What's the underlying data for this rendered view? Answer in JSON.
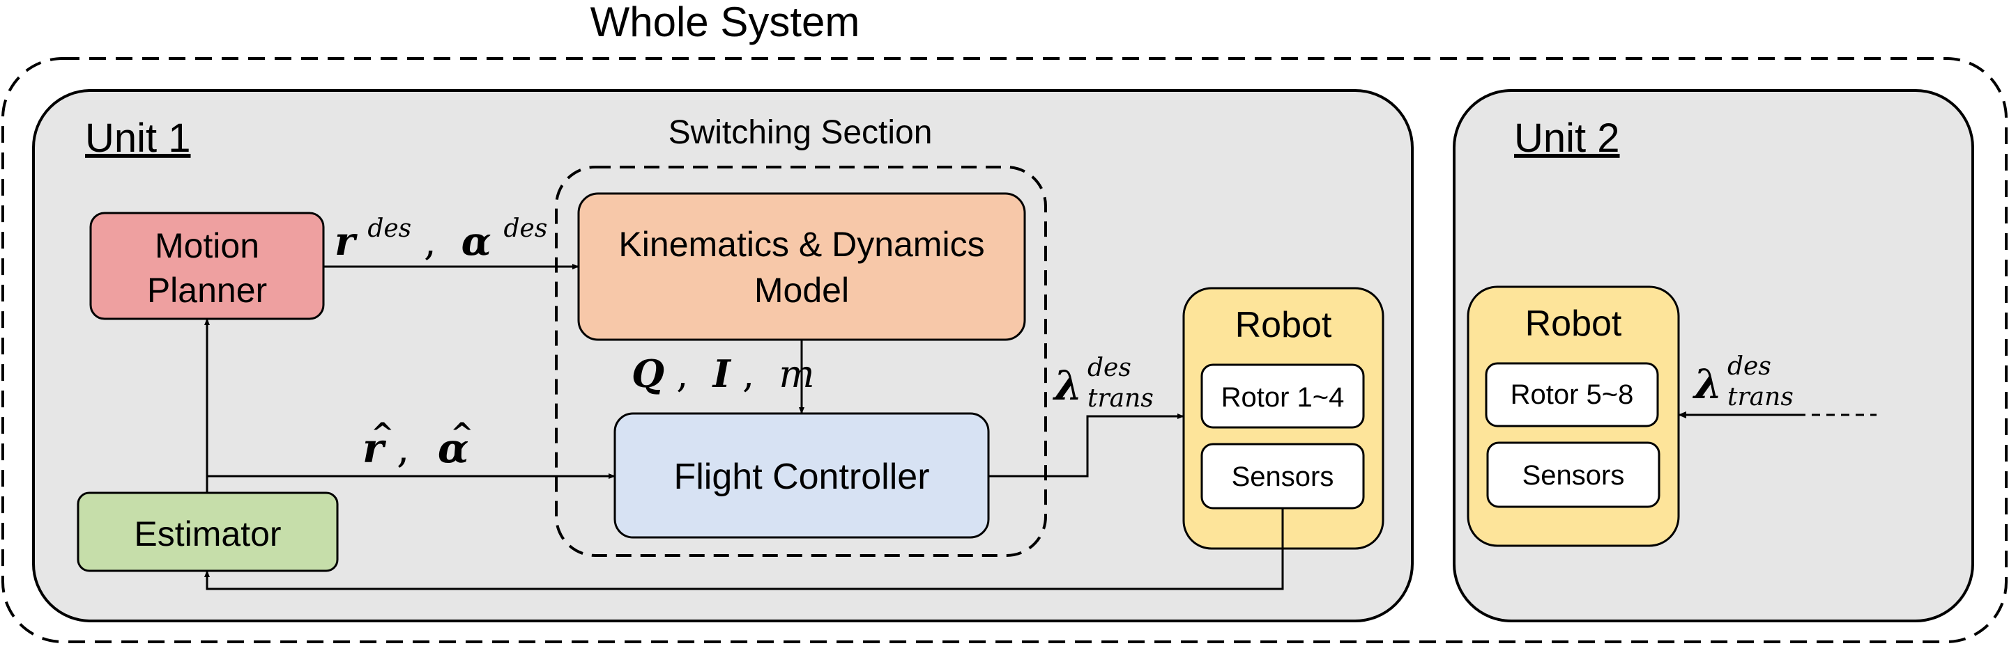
{
  "whole_system": {
    "title": "Whole System"
  },
  "unit1": {
    "title": "Unit 1",
    "switching_section": {
      "title": "Switching Section"
    },
    "motion_planner": {
      "line1": "Motion",
      "line2": "Planner"
    },
    "kin_dyn_model": {
      "line1": "Kinematics & Dynamics",
      "line2": "Model"
    },
    "flight_controller": {
      "label": "Flight Controller"
    },
    "estimator": {
      "label": "Estimator"
    },
    "robot": {
      "title": "Robot",
      "rotor": "Rotor 1~4",
      "sensors": "Sensors"
    },
    "signals": {
      "desired": {
        "r": "r",
        "r_sup": "des",
        "sep": ",",
        "alpha": "α",
        "alpha_sup": "des"
      },
      "model_params": {
        "Q": "Q",
        "sep1": ",",
        "I": "I",
        "sep2": ",",
        "m": "m"
      },
      "estimated": {
        "r_hat": "r",
        "hat1": "^",
        "sep": ",",
        "alpha_hat": "α",
        "hat2": "^"
      },
      "lambda": {
        "symbol": "λ",
        "sup": "des",
        "sub": "trans"
      }
    }
  },
  "unit2": {
    "title": "Unit 2",
    "robot": {
      "title": "Robot",
      "rotor": "Rotor 5~8",
      "sensors": "Sensors"
    },
    "signals": {
      "lambda": {
        "symbol": "λ",
        "sup": "des",
        "sub": "trans"
      }
    }
  },
  "colors": {
    "unit_bg": "#e6e6e6",
    "motion_planner": "#eea0a0",
    "kin_dyn_model": "#f7c8a9",
    "flight_controller": "#d7e2f3",
    "estimator": "#c6deaa",
    "robot": "#fde49a",
    "inner_box": "#ffffff",
    "stroke": "#000000"
  }
}
